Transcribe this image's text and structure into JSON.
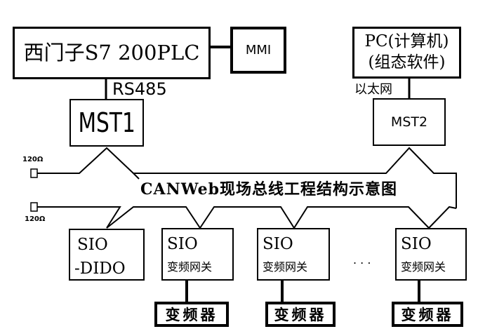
{
  "plc": {
    "label": "西门子S7 200PLC"
  },
  "mmi": {
    "label": "MMI"
  },
  "pc": {
    "line1": "PC(计算机)",
    "line2": "(组态软件)"
  },
  "link_left": "RS485",
  "link_right": "以太网",
  "mst1": {
    "label": "MST1"
  },
  "mst2": {
    "label": "MST2"
  },
  "terminator_top": "120Ω",
  "terminator_bottom": "120Ω",
  "bus_title": "CANWeb现场总线工程结构示意图",
  "sio_dido": {
    "line1": "SIO",
    "line2": "-DIDO"
  },
  "sio_gateways": [
    {
      "line1": "SIO",
      "line2": "变频网关"
    },
    {
      "line1": "SIO",
      "line2": "变频网关"
    },
    {
      "line1": "SIO",
      "line2": "变频网关"
    }
  ],
  "ellipsis": ". . .",
  "inverters": [
    {
      "label": "变频器"
    },
    {
      "label": "变频器"
    },
    {
      "label": "变频器"
    }
  ]
}
